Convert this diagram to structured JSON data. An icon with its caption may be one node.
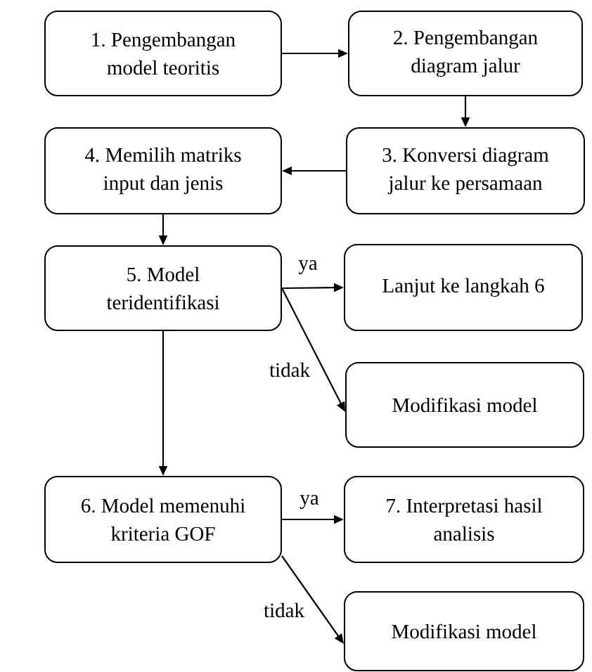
{
  "diagram": {
    "nodes": [
      {
        "text": [
          "1. Pengembangan model teoritis"
        ]
      },
      {
        "text": [
          "2. Pengembangan diagram jalur"
        ]
      },
      {
        "text": [
          "4. Memilih matriks input dan jenis"
        ]
      },
      {
        "text": [
          "3. Konversi diagram jalur ke persamaan"
        ]
      },
      {
        "text": [
          "5. Model teridentifikasi"
        ]
      },
      {
        "text": [
          "Lanjut ke langkah 6"
        ]
      },
      {
        "text": [
          "Modifikasi model"
        ]
      },
      {
        "text": [
          "6. Model memenuhi kriteria GOF"
        ]
      },
      {
        "text": [
          "7. Interpretasi hasil analisis"
        ]
      },
      {
        "text": [
          "Modifikasi model"
        ]
      }
    ],
    "edges": [
      {
        "from": 0,
        "to": 1,
        "arrow": "to"
      },
      {
        "from": 1,
        "to": 3,
        "arrow": "to"
      },
      {
        "from": 3,
        "to": 2,
        "arrow": "to"
      },
      {
        "from": 2,
        "to": 4,
        "arrow": "to"
      },
      {
        "from": 4,
        "to": 5,
        "arrow": "to",
        "label": "ya"
      },
      {
        "from": 4,
        "to": 6,
        "arrow": "to",
        "label": "tidak"
      },
      {
        "from": 4,
        "to": 7,
        "arrow": "to"
      },
      {
        "from": 7,
        "to": 8,
        "arrow": "to",
        "label": "ya"
      },
      {
        "from": 7,
        "to": 9,
        "arrow": "to",
        "label": "tidak"
      }
    ]
  }
}
